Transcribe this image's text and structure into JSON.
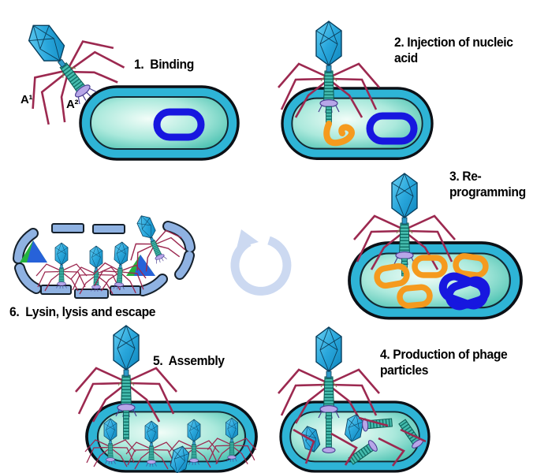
{
  "steps": [
    {
      "id": "1",
      "label": "1.  Binding"
    },
    {
      "id": "2",
      "label": "2. Injection of nucleic\nacid"
    },
    {
      "id": "3",
      "label": "3. Re-\nprogramming"
    },
    {
      "id": "4",
      "label": "4. Production of phage\nparticles"
    },
    {
      "id": "5",
      "label": "5.  Assembly"
    },
    {
      "id": "6",
      "label": "6.  Lysin, lysis and escape"
    }
  ],
  "annotations": {
    "receptor_a1": "A¹",
    "receptor_a2": "A²"
  },
  "icons": {
    "cycle_arrow": "clockwise-cycle-arrow"
  },
  "colors": {
    "phage_head_blue": "#2aa7dc",
    "tail_teal": "#46bcae",
    "leg_maroon": "#9c2950",
    "collar_lavender": "#b7a6e8",
    "membrane_cyan": "#2eb4d6",
    "cytoplasm_teal": "#4cc2b2",
    "plasmid_blue": "#1717df",
    "nucleic_orange": "#f59a1e",
    "wall_fragment_blue": "#8fb2e2",
    "lysin_green": "#25b33e",
    "lysin_blue": "#2762d9",
    "cycle_arrow_blue": "#ccd9f1"
  }
}
